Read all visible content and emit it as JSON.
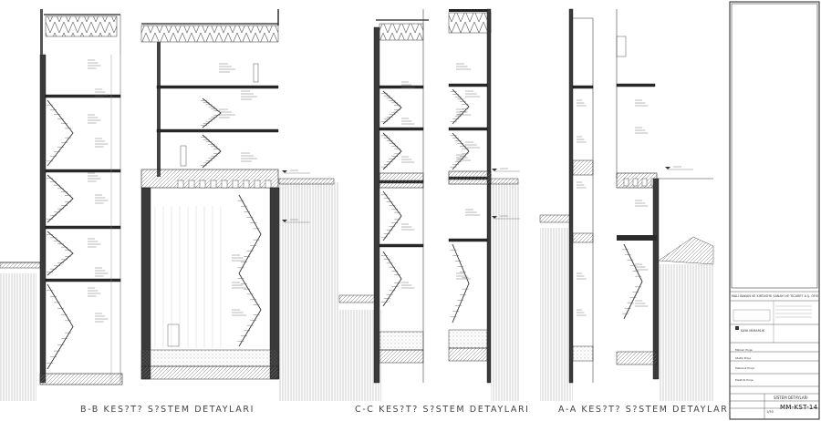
{
  "sections": [
    {
      "id": "bb",
      "label": "B-B KES?T? S?STEM DETAYLARI"
    },
    {
      "id": "cc",
      "label": "C-C KES?T? S?STEM DETAYLARI"
    },
    {
      "id": "aa",
      "label": "A-A KES?T? S?STEM DETAYLARI"
    }
  ],
  "title_block": {
    "project_title": "MALİ BAKAN VE KIRTASİYE SANAYİ VE TİCARET A.Ş. OFİS+DEPO PROJ.",
    "sheet_title": "SİSTEM DETAYLARI",
    "sheet_number": "MM-KST-14",
    "scale": "1/50",
    "firm": "KAYA MİMARLIK",
    "notes": [
      "Mimari Proje",
      "Statik Proje",
      "Mekanik Proje",
      "Elektrik Proje"
    ]
  }
}
